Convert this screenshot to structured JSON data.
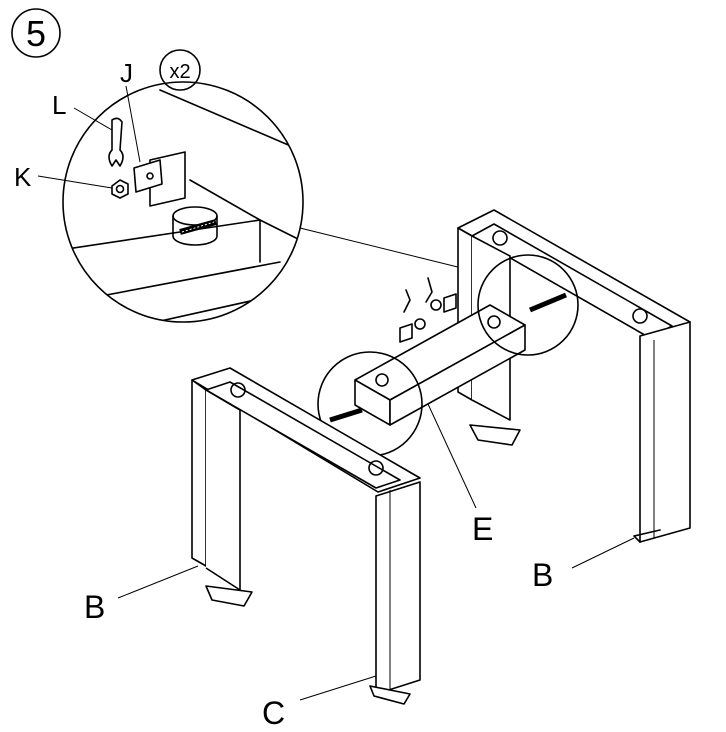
{
  "step_number": "5",
  "quantity_badge": "x2",
  "labels": {
    "j": "J",
    "l": "L",
    "k": "K",
    "e": "E",
    "b_left": "B",
    "b_right": "B",
    "c": "C"
  },
  "colors": {
    "line": "#000000",
    "background": "#ffffff"
  },
  "icons": [
    "wrench-icon",
    "washer-icon",
    "nut-icon",
    "bolt-icon"
  ]
}
